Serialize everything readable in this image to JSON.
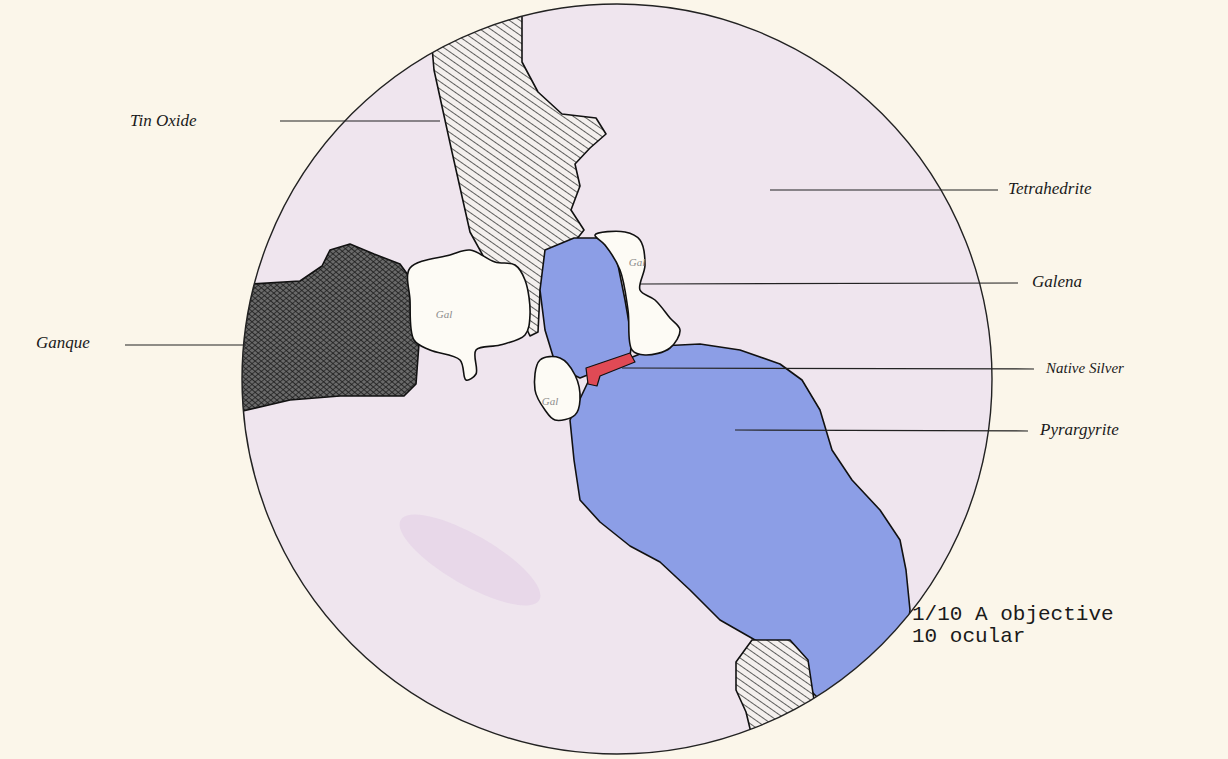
{
  "diagram": {
    "nodes": [
      {
        "text": [
          "Gal"
        ]
      },
      {
        "text": [
          "Gal"
        ]
      },
      {
        "text": [
          "Gal"
        ]
      }
    ],
    "labels": [
      "Tin Oxide",
      "Tetrahedrite",
      "Galena",
      "Ganque",
      "Native Silver",
      "Pyrargyrite",
      "1/10 A objective 10 ocular"
    ]
  }
}
